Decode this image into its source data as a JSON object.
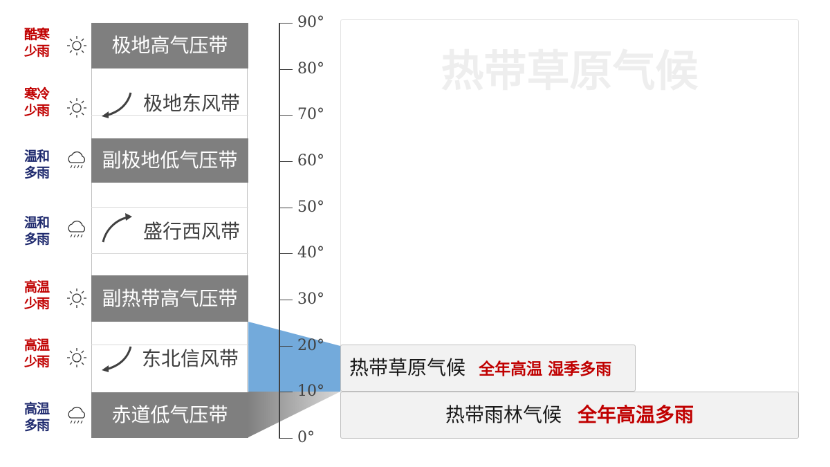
{
  "watermark_title": "热带草原气候",
  "climate_labels": [
    {
      "line1": "酷寒",
      "line2": "少雨",
      "tone": "dry",
      "icon": "sun-icon"
    },
    {
      "line1": "寒冷",
      "line2": "少雨",
      "tone": "dry",
      "icon": "sun-icon"
    },
    {
      "line1": "温和",
      "line2": "多雨",
      "tone": "wet",
      "icon": "cloud-rain-icon"
    },
    {
      "line1": "温和",
      "line2": "多雨",
      "tone": "wet",
      "icon": "cloud-rain-icon"
    },
    {
      "line1": "高温",
      "line2": "少雨",
      "tone": "dry",
      "icon": "sun-icon"
    },
    {
      "line1": "高温",
      "line2": "少雨",
      "tone": "dry",
      "icon": "sun-icon"
    },
    {
      "line1": "高温",
      "line2": "多雨",
      "tone": "wet",
      "icon": "cloud-rain-icon"
    }
  ],
  "belts": {
    "polar_high": "极地高气压带",
    "polar_easterlies": "极地东风带",
    "subpolar_low": "副极地低气压带",
    "westerlies": "盛行西风带",
    "subtropical_high": "副热带高气压带",
    "ne_trades": "东北信风带",
    "equatorial_low": "赤道低气压带"
  },
  "axis_ticks": [
    "90°",
    "80°",
    "70°",
    "60°",
    "50°",
    "40°",
    "30°",
    "20°",
    "10°",
    "0°"
  ],
  "climate_boxes": {
    "savanna": {
      "name": "热带草原气候",
      "feature": "全年高温 湿季多雨"
    },
    "rainforest": {
      "name": "热带雨林气候",
      "feature": "全年高温多雨"
    }
  },
  "colors": {
    "dry": "#c00000",
    "wet": "#1f2a6e",
    "pressure_belt": "#7f7f7f",
    "highlight_blue": "#5b9bd5"
  }
}
